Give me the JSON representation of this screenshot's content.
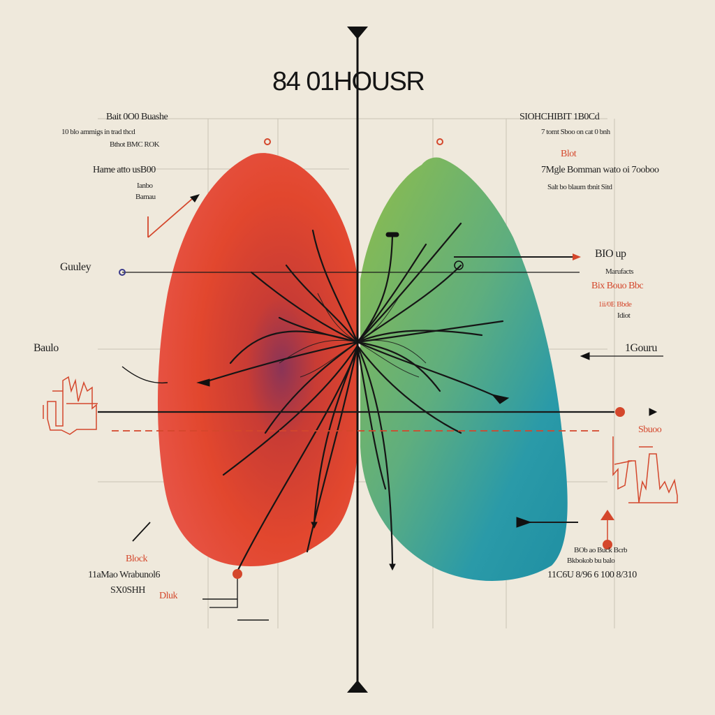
{
  "title": "84 01HOUSR",
  "colors": {
    "background": "#efe9dc",
    "left_lobe_top": "#e8564a",
    "left_lobe_mid": "#e2472e",
    "left_lobe_core": "#8a3457",
    "right_lobe_top": "#8fbd4a",
    "right_lobe_bottom": "#1f8fa3",
    "annotation_red": "#d4472c",
    "ink": "#1a1a1a",
    "marker_blue": "#3a3a8a"
  },
  "labels": {
    "left_top_1": "Bait 0O0 Buashe",
    "left_top_2": "10 blo ammigs in trad thcd",
    "left_top_3": "Bthot BMC ROK",
    "left_top_4": "Hame atto usB00",
    "left_top_5": "Ianbo",
    "left_top_6": "Bamau",
    "left_mid_1": "Guuley",
    "left_mid_2": "Baulo",
    "left_bottom_1": "Block",
    "left_bottom_2": "11aMao Wrabunol6",
    "left_bottom_3": "SX0SHH",
    "left_bottom_4": "Dluk",
    "right_top_1": "SIOHCHIBIT 1B0Cd",
    "right_top_2": "7 tomt Sboo on cat 0 bnh",
    "right_top_3": "Blot",
    "right_top_4": "7Mgle Bomman wato oi 7ooboo",
    "right_top_5": "Salt bo blaum tbnit Sitd",
    "right_mid_1": "BIO up",
    "right_mid_2": "Marufacts",
    "right_mid_3": "Bix Bouo Bbc",
    "right_mid_4": "1ii/0E Bbde",
    "right_mid_5": "Idiot",
    "right_mid_6": "1Gouru",
    "right_mid_7": "Sbuoo",
    "right_bottom_1": "BOb ao Buck Bcrb",
    "right_bottom_2": "Bkbokob bu balo",
    "right_bottom_3": "11C6U 8/96 6 100 8/310"
  }
}
